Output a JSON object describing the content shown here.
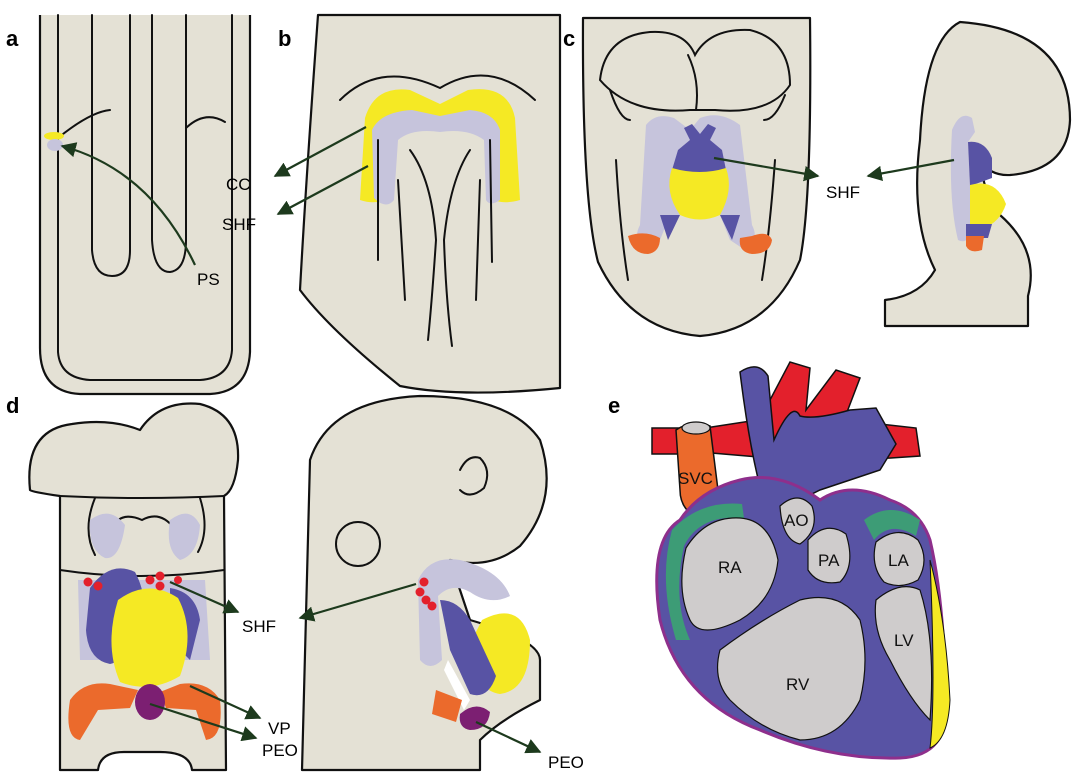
{
  "colors": {
    "background_tissue": "#e4e1d5",
    "cardiac_crescent": "#f5e924",
    "second_heart_field": "#c6c4dc",
    "ventricle_blue": "#5853a4",
    "venous_pole_orange": "#eb6a2c",
    "proepicardial_organ": "#7c1f72",
    "neural_crest_red": "#e3202c",
    "heart_chamber_gray": "#cfcccc",
    "epicardium_green": "#3d9c76",
    "purple_outline": "#8e2f8c",
    "arrow": "#1d3a1d"
  },
  "panels": {
    "a": {
      "letter": "a",
      "labels": {
        "ps": "PS"
      }
    },
    "b": {
      "letter": "b",
      "labels": {
        "cc": "CC",
        "shf": "SHF"
      }
    },
    "c": {
      "letter": "c",
      "labels": {
        "shf": "SHF"
      }
    },
    "d": {
      "letter": "d",
      "labels": {
        "shf": "SHF",
        "vp": "VP",
        "peo_left": "PEO",
        "peo_right": "PEO"
      }
    },
    "e": {
      "letter": "e",
      "labels": {
        "svc": "SVC",
        "ao": "AO",
        "pa": "PA",
        "ra": "RA",
        "la": "LA",
        "rv": "RV",
        "lv": "LV"
      }
    }
  }
}
